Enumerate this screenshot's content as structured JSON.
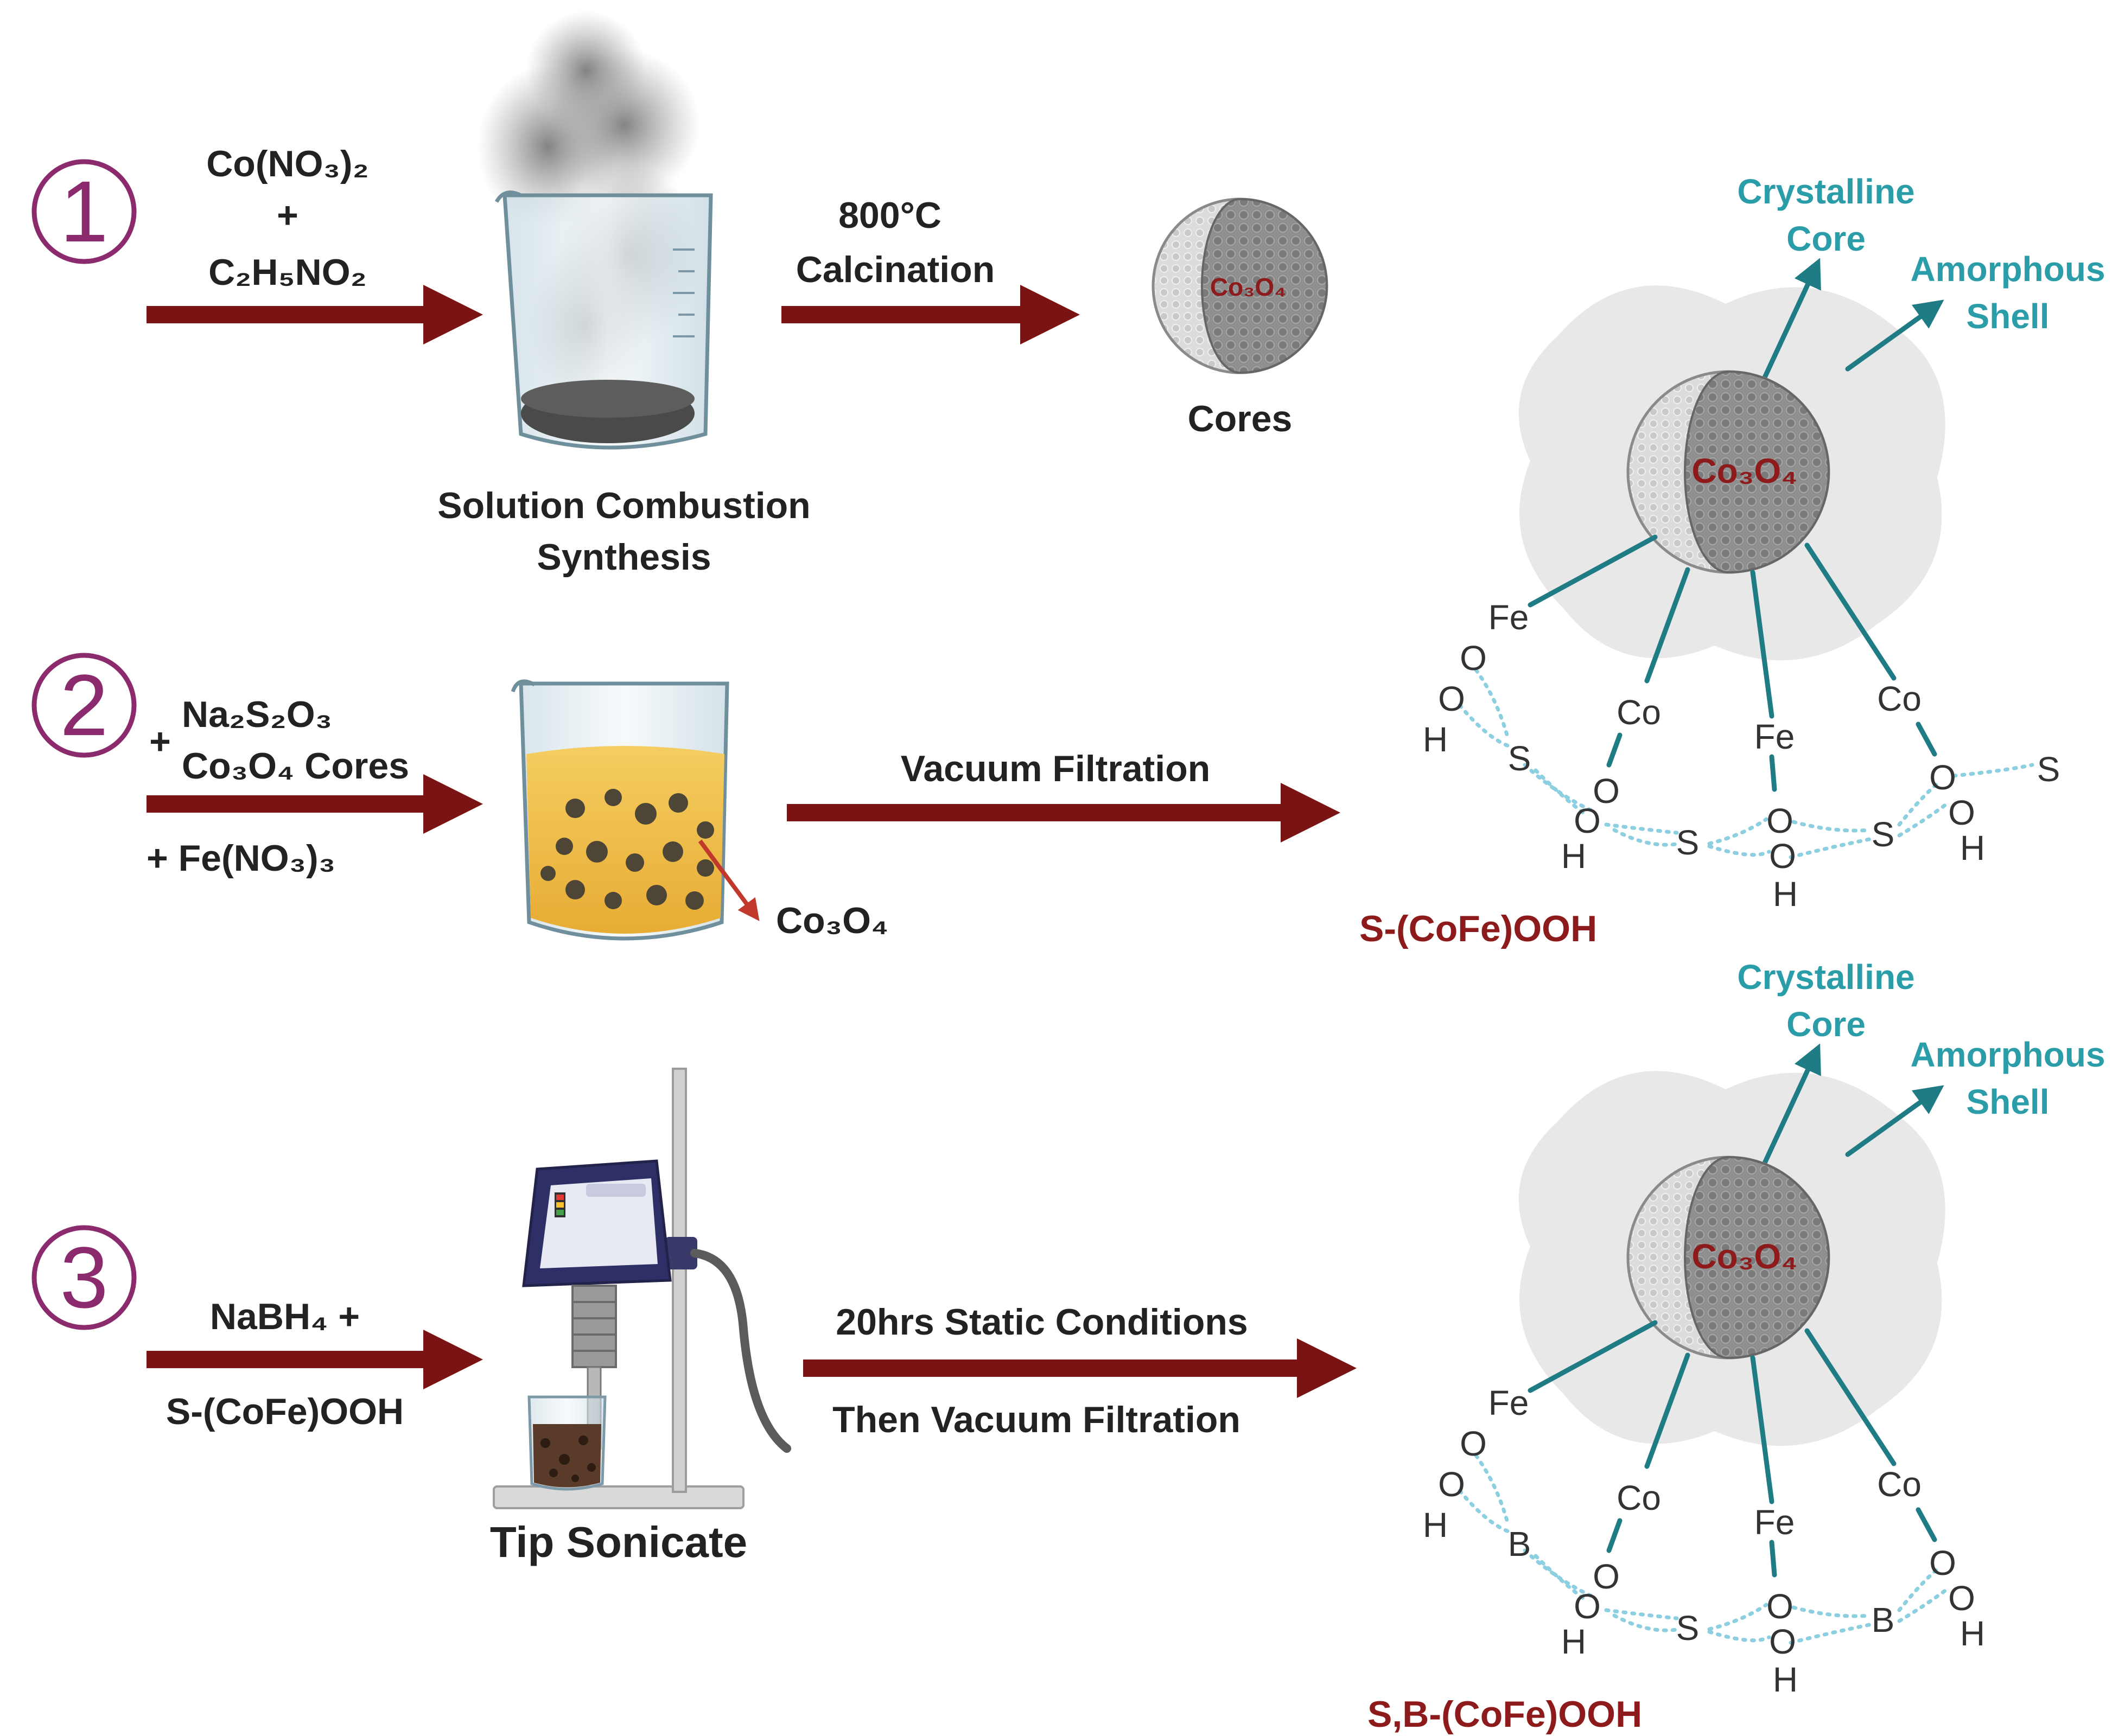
{
  "steps": {
    "s1": {
      "number": "1",
      "reagent1": "Co(NO₃)₂",
      "plus": "+",
      "reagent2": "C₂H₅NO₂",
      "vessel_label_1": "Solution Combustion",
      "vessel_label_2": "Synthesis",
      "process_1": "800°C",
      "process_2": "Calcination",
      "core_text": "Co₃O₄",
      "product_label": "Cores"
    },
    "s2": {
      "number": "2",
      "plus1": "+",
      "reagent1": "Na₂S₂O₃",
      "reagent2": "Co₃O₄ Cores",
      "reagent3": "+ Fe(NO₃)₃",
      "particle_label": "Co₃O₄",
      "process": "Vacuum Filtration"
    },
    "s3": {
      "number": "3",
      "reagent1": "NaBH₄ +",
      "reagent2": "S-(CoFe)OOH",
      "device_label": "Tip Sonicate",
      "process_1": "20hrs Static Conditions",
      "process_2": "Then Vacuum Filtration"
    }
  },
  "structures": [
    {
      "crystalline_1": "Crystalline",
      "crystalline_2": "Core",
      "amorphous_1": "Amorphous",
      "amorphous_2": "Shell",
      "core_text": "Co₃O₄",
      "atoms": {
        "fe1": "Fe",
        "o1": "O",
        "o2": "O",
        "h1": "H",
        "x1": "S",
        "co1": "Co",
        "o3": "O",
        "o4": "O",
        "h2": "H",
        "s1": "S",
        "fe2": "Fe",
        "o5": "O",
        "o6": "O",
        "h3": "H",
        "co2": "Co",
        "o7": "O",
        "o8": "O",
        "h4": "H",
        "x2": "S",
        "s2": "S"
      },
      "product": "S-(CoFe)OOH"
    },
    {
      "crystalline_1": "Crystalline",
      "crystalline_2": "Core",
      "amorphous_1": "Amorphous",
      "amorphous_2": "Shell",
      "core_text": "Co₃O₄",
      "atoms": {
        "fe1": "Fe",
        "o1": "O",
        "o2": "O",
        "h1": "H",
        "x1": "B",
        "co1": "Co",
        "o3": "O",
        "o4": "O",
        "h2": "H",
        "s1": "S",
        "fe2": "Fe",
        "o5": "O",
        "o6": "O",
        "h3": "H",
        "co2": "Co",
        "o7": "O",
        "o8": "O",
        "h4": "H",
        "x2": "B"
      },
      "product": "S,B-(CoFe)OOH"
    }
  ],
  "colors": {
    "arrow": "#7a1414",
    "teal": "#2a9da8",
    "product_red": "#8e1b1b",
    "step_number": "#8b2a6d"
  }
}
